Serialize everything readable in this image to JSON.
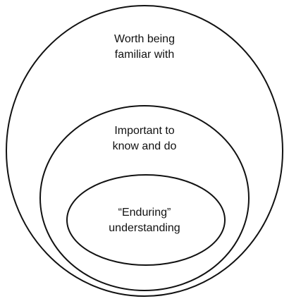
{
  "diagram": {
    "outer": {
      "line1": "Worth being",
      "line2": "familiar with"
    },
    "middle": {
      "line1": "Important to",
      "line2": "know and do"
    },
    "inner": {
      "line1": "“Enduring”",
      "line2": "understanding"
    }
  }
}
